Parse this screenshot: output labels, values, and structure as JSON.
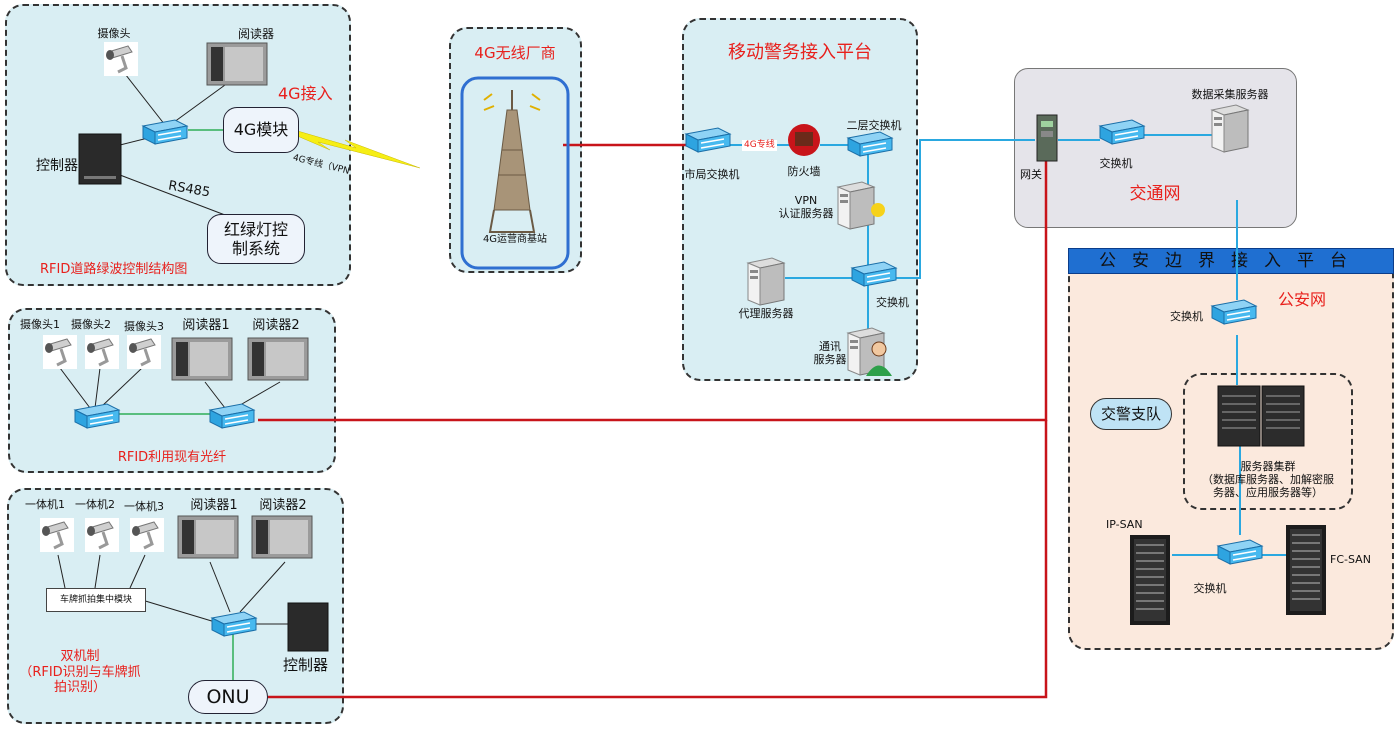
{
  "labels": {
    "camera": "摄像头",
    "reader": "阅读器",
    "access_4g": "4G接入",
    "module_4g": "4G模块",
    "controller": "控制器",
    "rs485": "RS485",
    "dedicated_4g_vpn": "4G专线（VPN",
    "traffic_light": "红绿灯控制系统",
    "rfid_green_wave": "RFID道路绿波控制结构图",
    "vendor_4g": "4G无线厂商",
    "base_station": "4G运营商基站",
    "mobile_platform": "移动警务接入平台",
    "city_switch": "市局交换机",
    "line_4g": "4G专线",
    "firewall": "防火墙",
    "l2_switch": "二层交换机",
    "vpn_server": "VPN\n认证服务器",
    "proxy_server": "代理服务器",
    "switch": "交换机",
    "comm_server": "通讯\n服务器",
    "gateway": "网关",
    "data_collect_server": "数据采集服务器",
    "traffic_net": "交通网",
    "public_security_platform": "公安边界接入平台",
    "public_security_net": "公安网",
    "traffic_police": "交警支队",
    "server_cluster": "服务器集群\n（数据库服务器、加解密服\n务器、应用服务器等）",
    "ip_san": "IP-SAN",
    "fc_san": "FC-SAN",
    "camera1": "摄像头1",
    "camera2": "摄像头2",
    "camera3": "摄像头3",
    "reader1": "阅读器1",
    "reader2": "阅读器2",
    "rfid_fiber": "RFID利用现有光纤",
    "aio1": "一体机1",
    "aio2": "一体机2",
    "aio3": "一体机3",
    "plate_module": "车牌抓拍集中模块",
    "dual_mode": "双机制\n（RFID识别与车牌抓\n拍识别）",
    "onu": "ONU"
  },
  "colors": {
    "panel_cyan": "#d9eef3",
    "panel_gray": "#e5e4ea",
    "panel_peach": "#fbe9dd",
    "red_line": "#c8141a",
    "blue_line": "#2aa8e0",
    "green_line": "#2fae57",
    "accent_red_text": "#e8201c",
    "header_blue": "#1f6fd1"
  }
}
